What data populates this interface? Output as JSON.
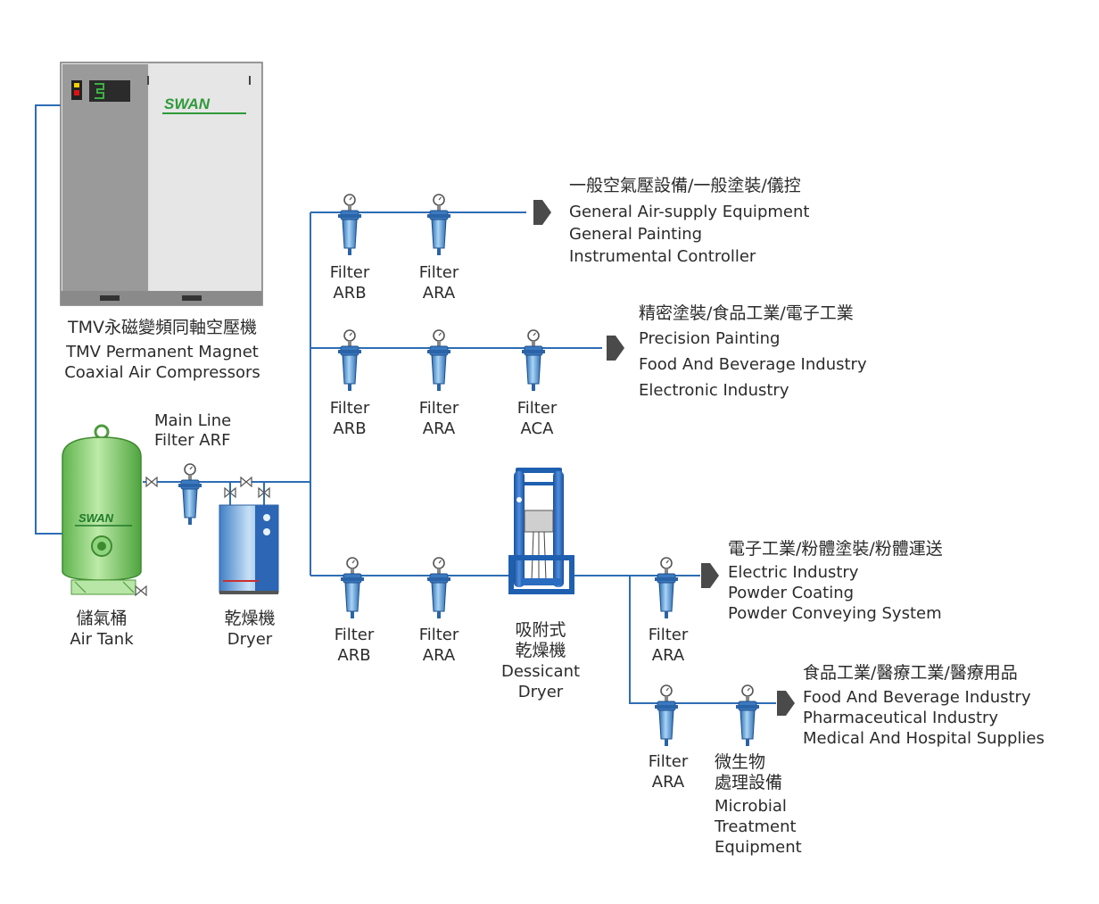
{
  "compressor": {
    "brand": "SWAN",
    "name_cn": "TMV永磁變頻同軸空壓機",
    "name_en_1": "TMV Permanent Magnet",
    "name_en_2": "Coaxial Air Compressors"
  },
  "air_tank": {
    "brand": "SWAN",
    "name_cn": "儲氣桶",
    "name_en": "Air Tank"
  },
  "main_line_filter": {
    "line1": "Main Line",
    "line2": "Filter ARF"
  },
  "dryer": {
    "name_cn": "乾燥機",
    "name_en": "Dryer"
  },
  "desiccant_dryer": {
    "name_cn_1": "吸附式",
    "name_cn_2": "乾燥機",
    "name_en_1": "Dessicant",
    "name_en_2": "Dryer"
  },
  "filter_word": "Filter",
  "branch1": {
    "filters": [
      "ARB",
      "ARA"
    ],
    "title_cn": "一般空氣壓設備/一般塗裝/儀控",
    "uses": [
      "General Air-supply Equipment",
      "General Painting",
      "Instrumental Controller"
    ]
  },
  "branch2": {
    "filters": [
      "ARB",
      "ARA",
      "ACA"
    ],
    "title_cn": "精密塗裝/食品工業/電子工業",
    "uses": [
      "Precision Painting",
      "Food And Beverage Industry",
      "Electronic Industry"
    ]
  },
  "branch3": {
    "filters": [
      "ARB",
      "ARA"
    ]
  },
  "branch4": {
    "filters": [
      "ARA"
    ],
    "title_cn": "電子工業/粉體塗裝/粉體運送",
    "uses": [
      "Electric Industry",
      "Powder Coating",
      "Powder Conveying System"
    ]
  },
  "branch5": {
    "filters": [
      "ARA"
    ],
    "microbial": {
      "cn_1": "微生物",
      "cn_2": "處理設備",
      "en_1": "Microbial",
      "en_2": "Treatment",
      "en_3": "Equipment"
    },
    "title_cn": "食品工業/醫療工業/醫療用品",
    "uses": [
      "Food And Beverage Industry",
      "Pharmaceutical Industry",
      "Medical And Hospital Supplies"
    ]
  },
  "colors": {
    "pipe": "#2e6db5",
    "filter_body": "#5b9fd8",
    "tank_green": "#8fd47e",
    "brand_green": "#2f9a3a",
    "compressor_gray": "#9a9a9a",
    "arrow": "#4a4a4a",
    "desiccant_blue": "#1f5fb0"
  }
}
